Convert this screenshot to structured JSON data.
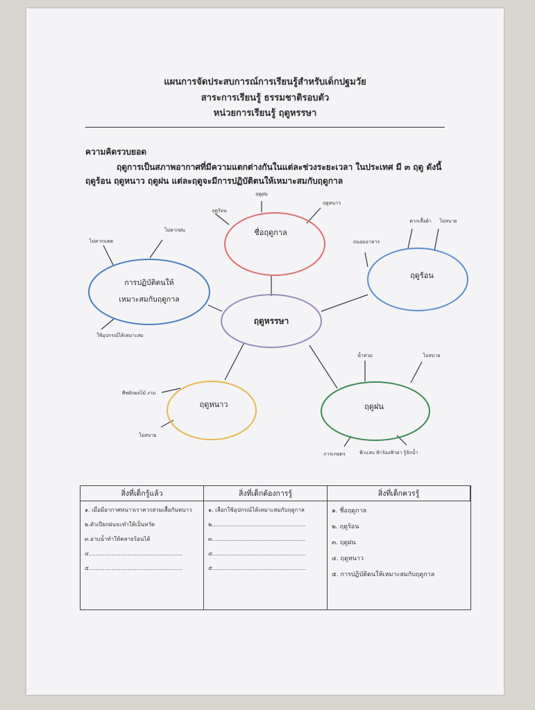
{
  "header": {
    "title": "แผนการจัดประสบการณ์การเรียนรู้สำหรับเด็กปฐมวัย",
    "subject": "สาระการเรียนรู้   ธรรมชาติรอบตัว",
    "unit": "หน่วยการเรียนรู้  ฤดูหรรษา"
  },
  "concept": {
    "title": "ความคิดรวบยอด",
    "line1": "ฤดูการเป็นสภาพอากาศที่มีความแตกต่างกันในแต่ละช่วงระยะเวลา ในประเทศ มี ๓ ฤดู ดังนี้",
    "line2": "ฤดูร้อน ฤดูหนาว ฤดูฝน แต่ละฤดูจะมีการปฏิบัติตนให้เหมาะสมกับฤดูกาล"
  },
  "mindmap": {
    "center": "ฤดูหรรษา",
    "names": {
      "label": "ชื่อฤดูกาล",
      "sub_top": "ฤดูฝน",
      "sub_left": "ฤดูร้อน",
      "sub_right": "ฤดูหนาว",
      "color": "#e06c6c"
    },
    "practice": {
      "label_1": "การปฏิบัติตนให้",
      "label_2": "เหมาะสมกับฤดูกาล",
      "sub_1": "ไม่ตากแดด",
      "sub_2": "ไม่ตากฝน",
      "sub_3": "ใช้อุปกรณ์ได้เหมาะสม",
      "color": "#4a7cc0"
    },
    "hot": {
      "label": "ฤดูร้อน",
      "sub_1": "ถนอมอาหาร",
      "sub_2": "ตากเสื้อผ้า",
      "sub_3": "ไม่สบาย",
      "color": "#5b8ed0"
    },
    "cold": {
      "label": "ฤดูหนาว",
      "sub_1": "พืชผักผลไม้ งาม",
      "sub_2": "ไม่สบาย",
      "color": "#e8b84a"
    },
    "rain": {
      "label": "ฤดูฝน",
      "sub_1": "น้ำท่วม",
      "sub_2": "ไม่สบาย",
      "sub_3": "การเกษตร",
      "sub_4": "ฟ้าแลบ ฟ้าร้องฟ้าผ่า รู้จักน้ำ",
      "color": "#3b8a52"
    },
    "center_color": "#9a88b8"
  },
  "table": {
    "headers": [
      "สิ่งที่เด็กรู้แล้ว",
      "สิ่งที่เด็กต้องการรู้",
      "สิ่งที่เด็กควรรู้"
    ],
    "col1": [
      "๑. เมื่อมีอากาศหนาวเราควรสวมเสื้อกันหนาว",
      "๒.ตัวเปียกฝนจะทำให้เป็นหวัด",
      "๓.อาบน้ำทำให้คลายร้อนได้",
      "๔.....................................................",
      "๕....................................................."
    ],
    "col2": [
      "๑. เลือกใช้อุปกรณ์ได้เหมาะสมกับฤดูกาล",
      "๒.....................................................",
      "๓.....................................................",
      "๔.....................................................",
      "๕....................................................."
    ],
    "col3": [
      "๑. ชื่อฤดูกาล",
      "๒. ฤดูร้อน",
      "๓. ฤดูฝน",
      "๔. ฤดูหนาว",
      "๕. การปฏิบัติตนให้เหมาะสมกับฤดูกาล"
    ]
  }
}
